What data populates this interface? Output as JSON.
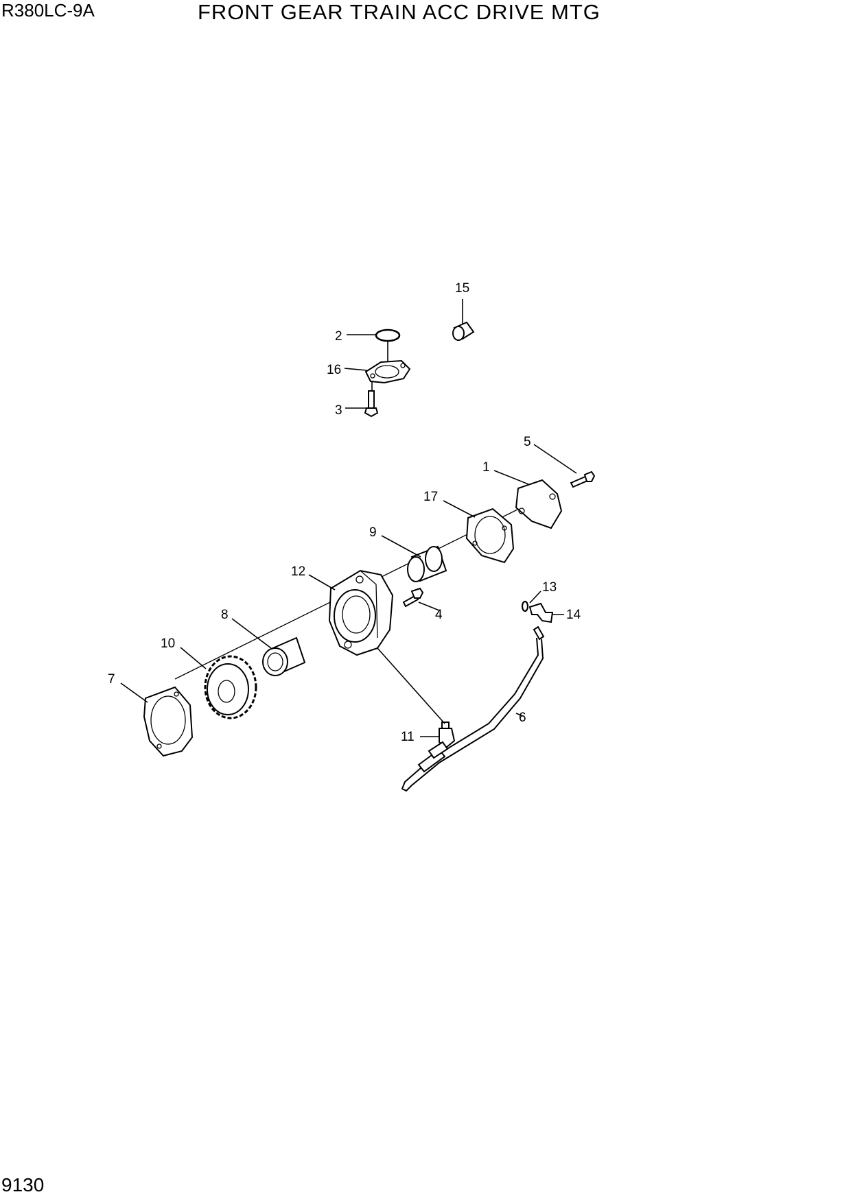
{
  "header": {
    "model": "R380LC-9A",
    "title": "FRONT GEAR TRAIN ACC DRIVE MTG"
  },
  "footer": {
    "page_number": "9130"
  },
  "callouts": {
    "c1": "1",
    "c2": "2",
    "c3": "3",
    "c4": "4",
    "c5": "5",
    "c6": "6",
    "c7": "7",
    "c8": "8",
    "c9": "9",
    "c10": "10",
    "c11": "11",
    "c12": "12",
    "c13": "13",
    "c14": "14",
    "c15": "15",
    "c16": "16",
    "c17": "17"
  }
}
